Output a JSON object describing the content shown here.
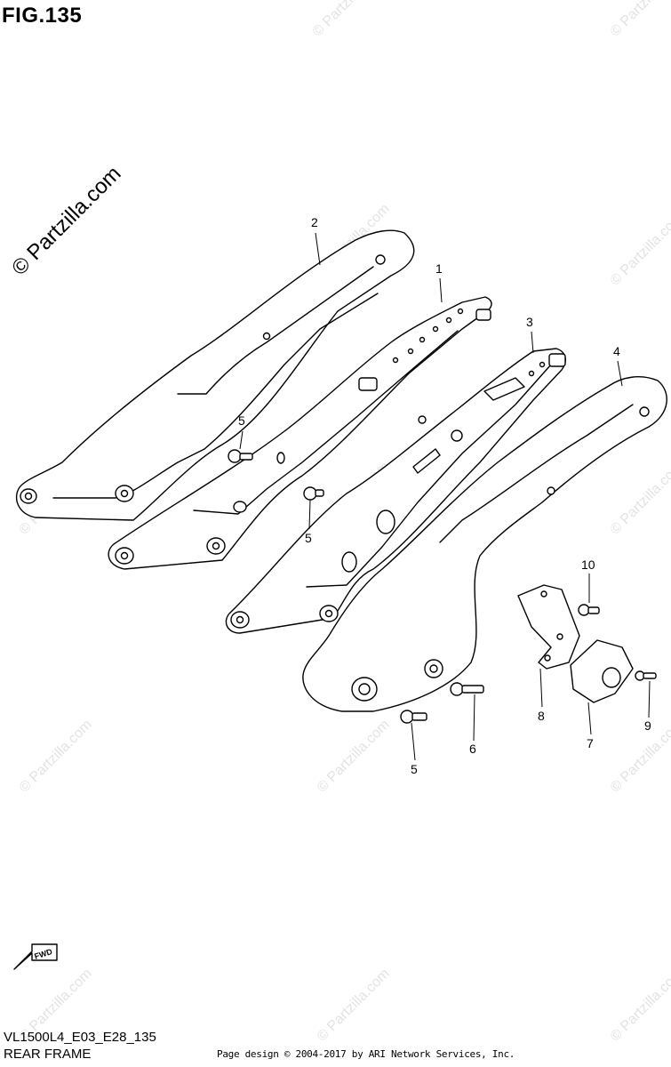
{
  "figure": {
    "title": "FIG.135"
  },
  "watermark": {
    "main": "© Partzilla.com",
    "tile": "© Partzilla.com"
  },
  "callouts": {
    "p1": "1",
    "p2": "2",
    "p3": "3",
    "p4": "4",
    "p5a": "5",
    "p5b": "5",
    "p5c": "5",
    "p6": "6",
    "p7": "7",
    "p8": "8",
    "p9": "9",
    "p10": "10"
  },
  "fwd_label": "FWD",
  "footer": {
    "code": "VL1500L4_E03_E28_135",
    "section": "REAR FRAME",
    "copyright": "Page design © 2004-2017 by ARI Network Services, Inc."
  }
}
